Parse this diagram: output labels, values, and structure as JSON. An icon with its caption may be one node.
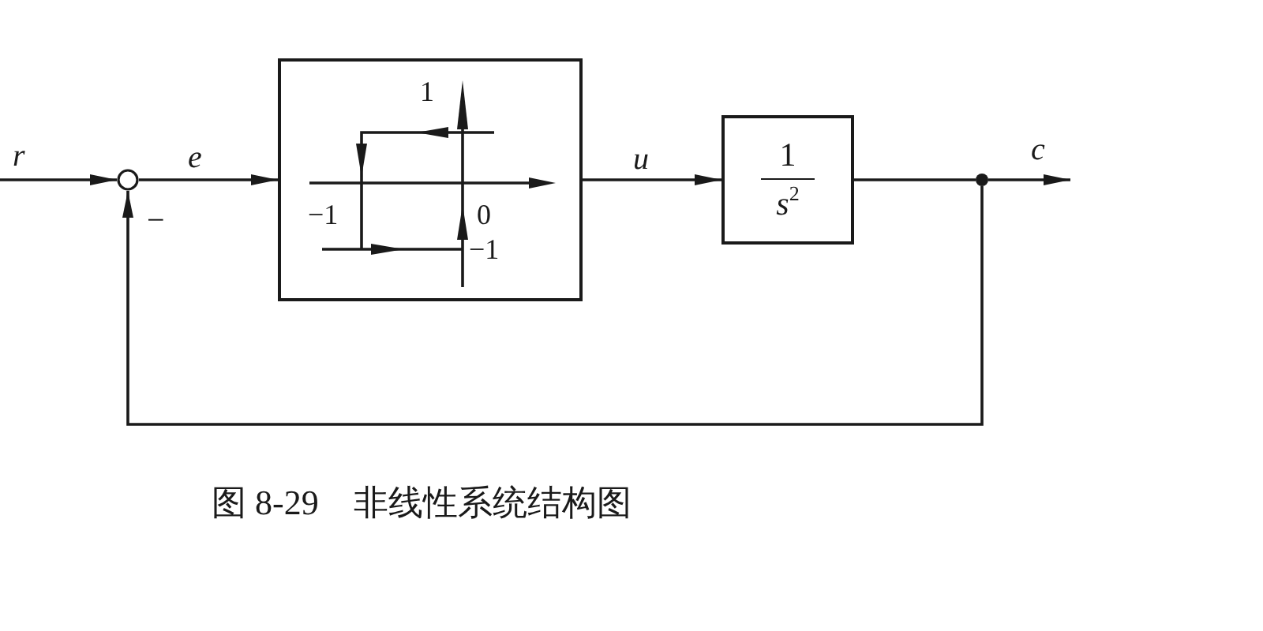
{
  "diagram": {
    "caption": "图 8-29　非线性系统结构图",
    "nodes": [
      {
        "text": [],
        "shape": "circle"
      },
      {
        "text": [
          "1",
          "−1",
          "0",
          "−1"
        ]
      },
      {
        "text": [
          "1",
          "s$^{2}$"
        ]
      },
      {
        "text": [],
        "shape": "dot"
      }
    ],
    "edges": [
      {
        "from": null,
        "to": 0,
        "arrow": "to",
        "label": "r"
      },
      {
        "from": 0,
        "to": 1,
        "arrow": "to",
        "label": "e"
      },
      {
        "from": 1,
        "to": 2,
        "arrow": "to",
        "label": "u"
      },
      {
        "from": 2,
        "to": 3,
        "arrow": "none"
      },
      {
        "from": 3,
        "to": null,
        "arrow": "to",
        "label": "c"
      },
      {
        "from": 3,
        "to": 0,
        "arrow": "to",
        "label": "−"
      }
    ]
  }
}
